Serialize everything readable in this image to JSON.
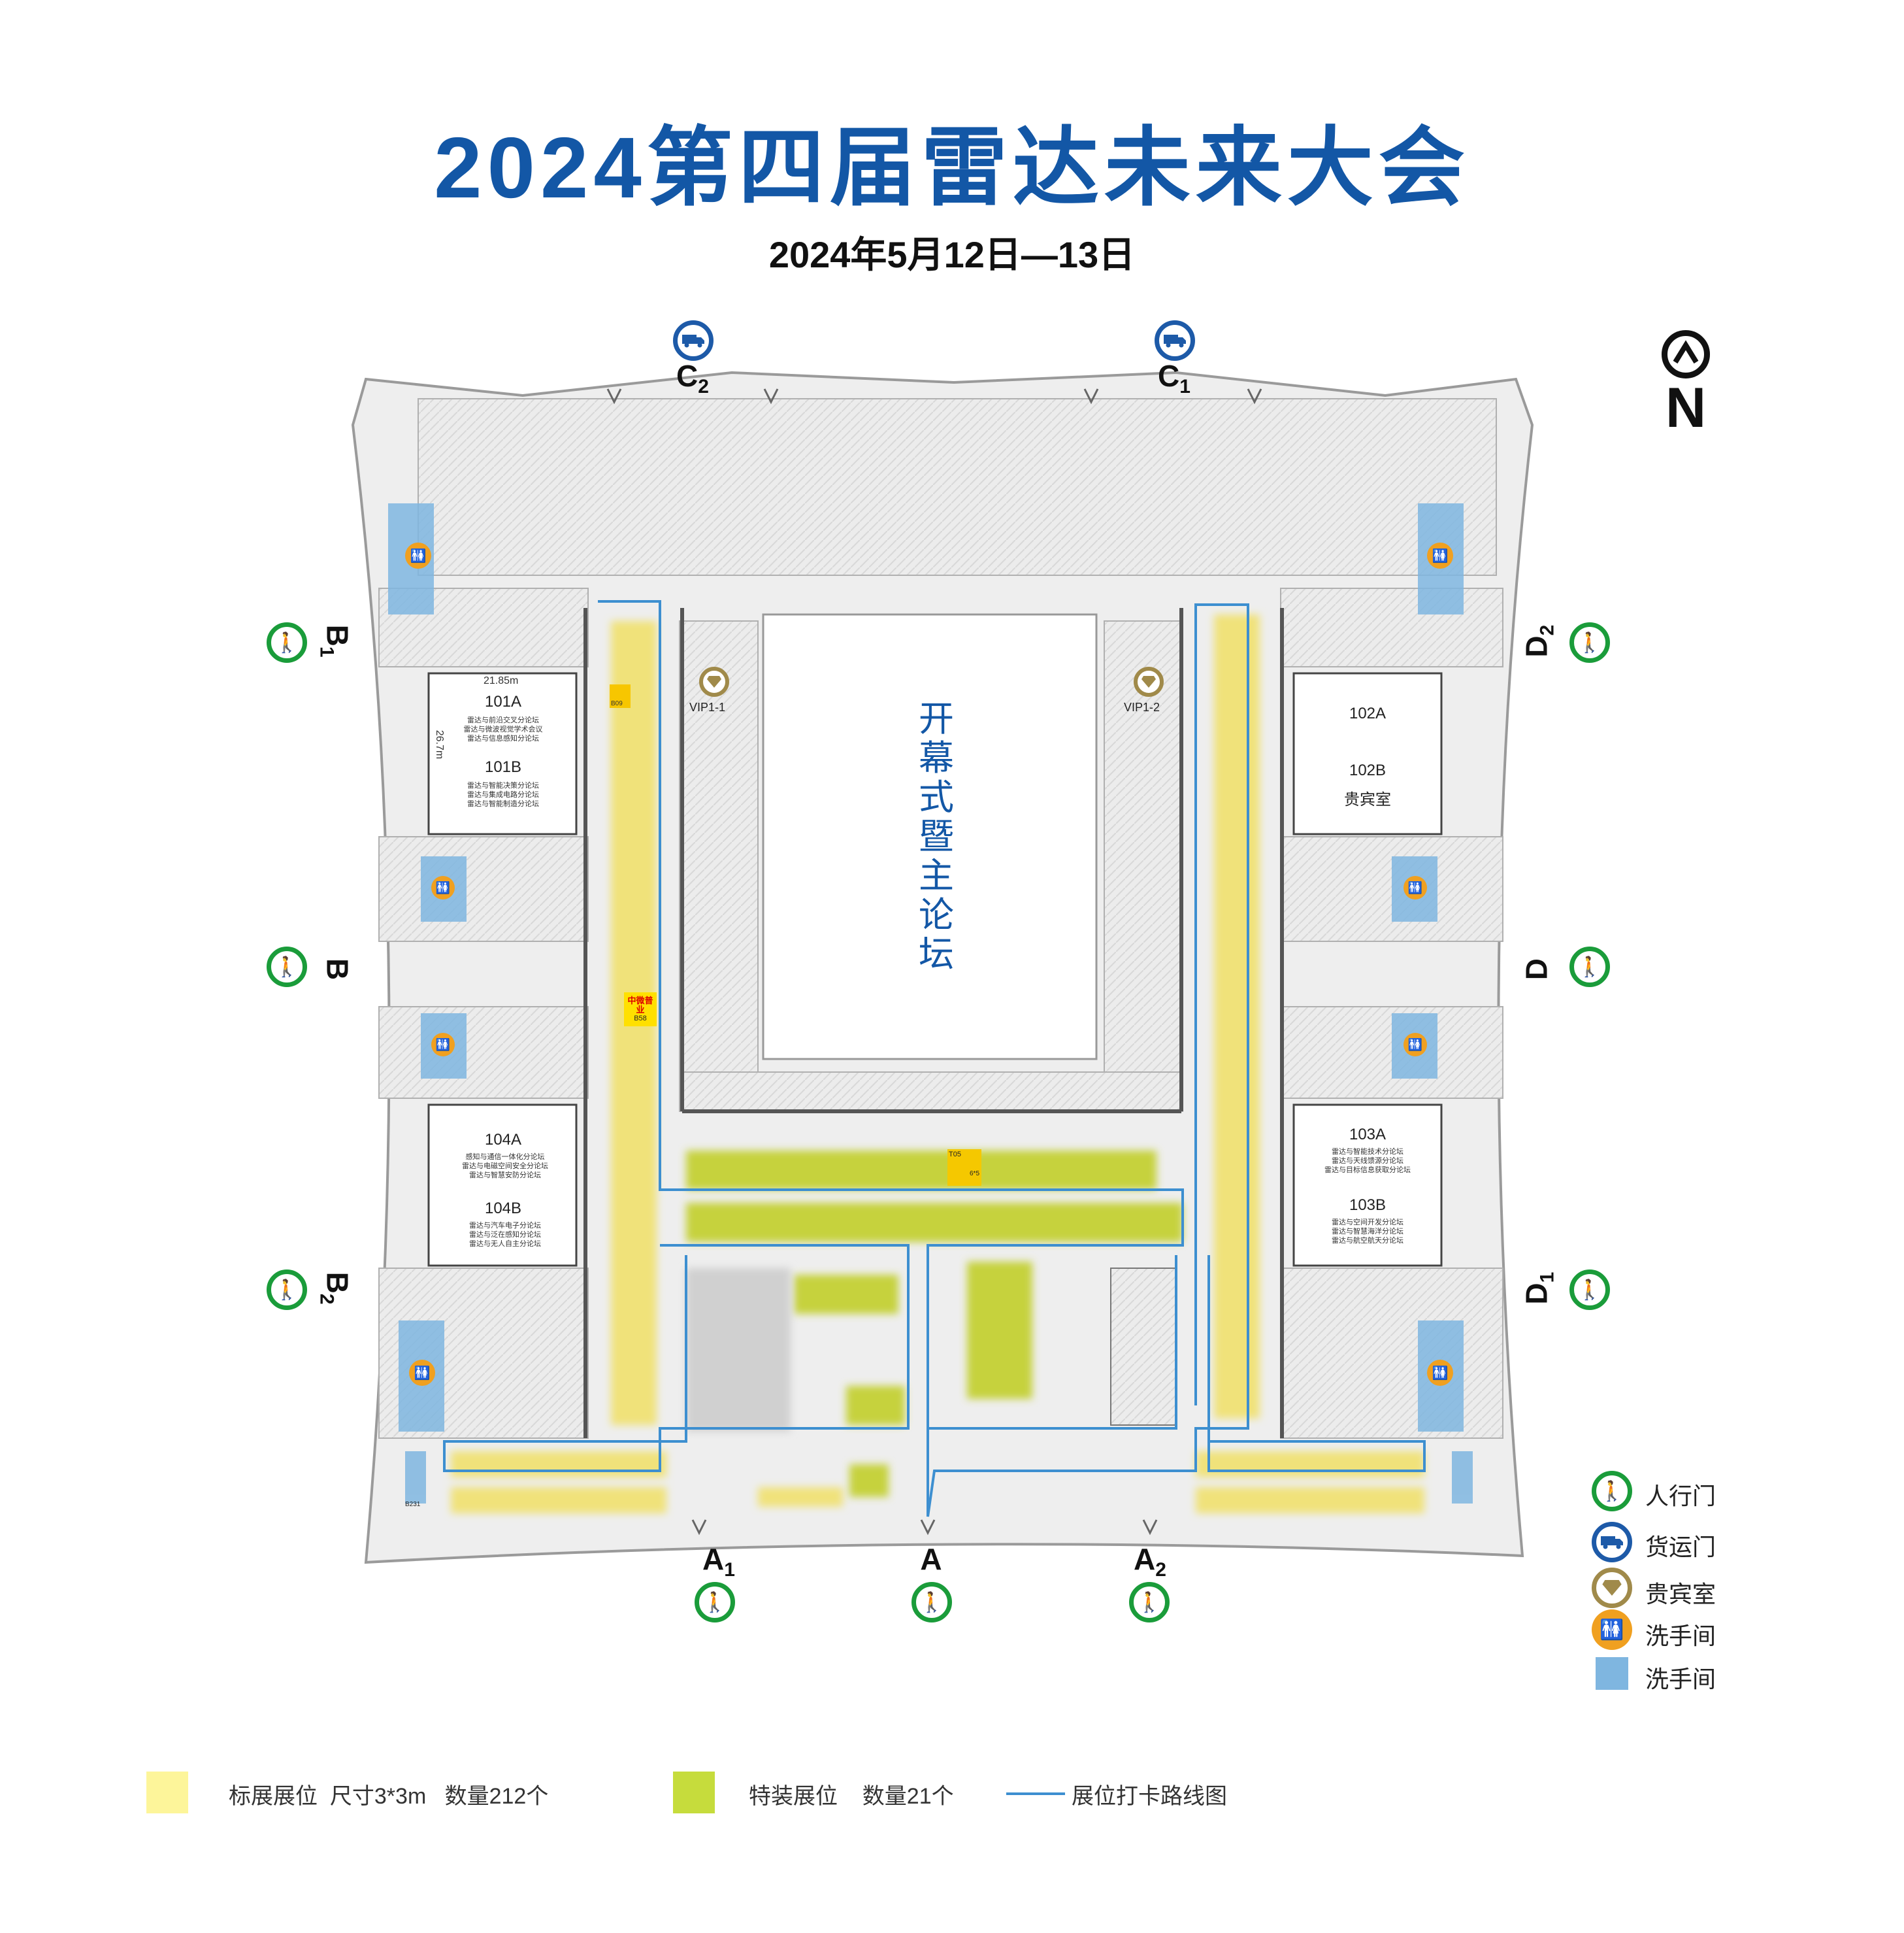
{
  "header": {
    "title": "2024第四届雷达未来大会",
    "date": "2024年5月12日—13日"
  },
  "compass": {
    "label": "N"
  },
  "gates": {
    "C2": {
      "letter": "C",
      "sub": "2"
    },
    "C1": {
      "letter": "C",
      "sub": "1"
    },
    "B1": {
      "letter": "B",
      "sub": "1"
    },
    "B": {
      "letter": "B",
      "sub": ""
    },
    "B2": {
      "letter": "B",
      "sub": "2"
    },
    "D2": {
      "letter": "D",
      "sub": "2"
    },
    "D": {
      "letter": "D",
      "sub": ""
    },
    "D1": {
      "letter": "D",
      "sub": "1"
    },
    "A1": {
      "letter": "A",
      "sub": "1"
    },
    "A": {
      "letter": "A",
      "sub": ""
    },
    "A2": {
      "letter": "A",
      "sub": "2"
    }
  },
  "main_hall": {
    "label": "开幕式暨主论坛"
  },
  "vip": {
    "vip1": "VIP1-1",
    "vip2": "VIP1-2"
  },
  "rooms": {
    "r101": {
      "dim_w": "21.85m",
      "dim_h": "26.7m",
      "a_title": "101A",
      "a_lines": [
        "雷达与前沿交叉分论坛",
        "雷达与微波视觉学术会议",
        "雷达与信息感知分论坛"
      ],
      "b_title": "101B",
      "b_lines": [
        "雷达与智能决策分论坛",
        "雷达与集成电路分论坛",
        "雷达与智能制造分论坛"
      ]
    },
    "r102": {
      "a_title": "102A",
      "b_title": "102B",
      "b_sub": "贵宾室"
    },
    "r103": {
      "a_title": "103A",
      "a_lines": [
        "雷达与智能技术分论坛",
        "雷达与天线馈源分论坛",
        "雷达与目标信息获取分论坛"
      ],
      "b_title": "103B",
      "b_lines": [
        "雷达与空间开发分论坛",
        "雷达与智慧海洋分论坛",
        "雷达与航空航天分论坛"
      ]
    },
    "r104": {
      "a_title": "104A",
      "a_lines": [
        "感知与通信一体化分论坛",
        "雷达与电磁空间安全分论坛",
        "雷达与智慧安防分论坛"
      ],
      "b_title": "104B",
      "b_lines": [
        "雷达与汽车电子分论坛",
        "雷达与泛在感知分论坛",
        "雷达与无人自主分论坛"
      ]
    }
  },
  "booths": {
    "b09": "B09",
    "b58": "B58",
    "b58_name": "中微普业",
    "t05": "T05",
    "t05_size": "6*5",
    "b231": "B231"
  },
  "legend": {
    "pedestrian": "人行门",
    "freight": "货运门",
    "vip": "贵宾室",
    "restroom_icon": "洗手间",
    "restroom_area": "洗手间"
  },
  "bottom_legend": {
    "standard": "标展展位  尺寸3*3m   数量212个",
    "special": "特装展位    数量21个",
    "route": "展位打卡路线图"
  },
  "colors": {
    "title_blue": "#1357a6",
    "pedestrian_green": "#1a9c3a",
    "freight_blue": "#1d5aa8",
    "vip_gold": "#a08a4a",
    "restroom_orange": "#f0a020",
    "restroom_area": "#7fb6e0",
    "standard_booth": "#fdf59a",
    "special_booth": "#c6dc3c",
    "route_line": "#3d8fd0"
  }
}
